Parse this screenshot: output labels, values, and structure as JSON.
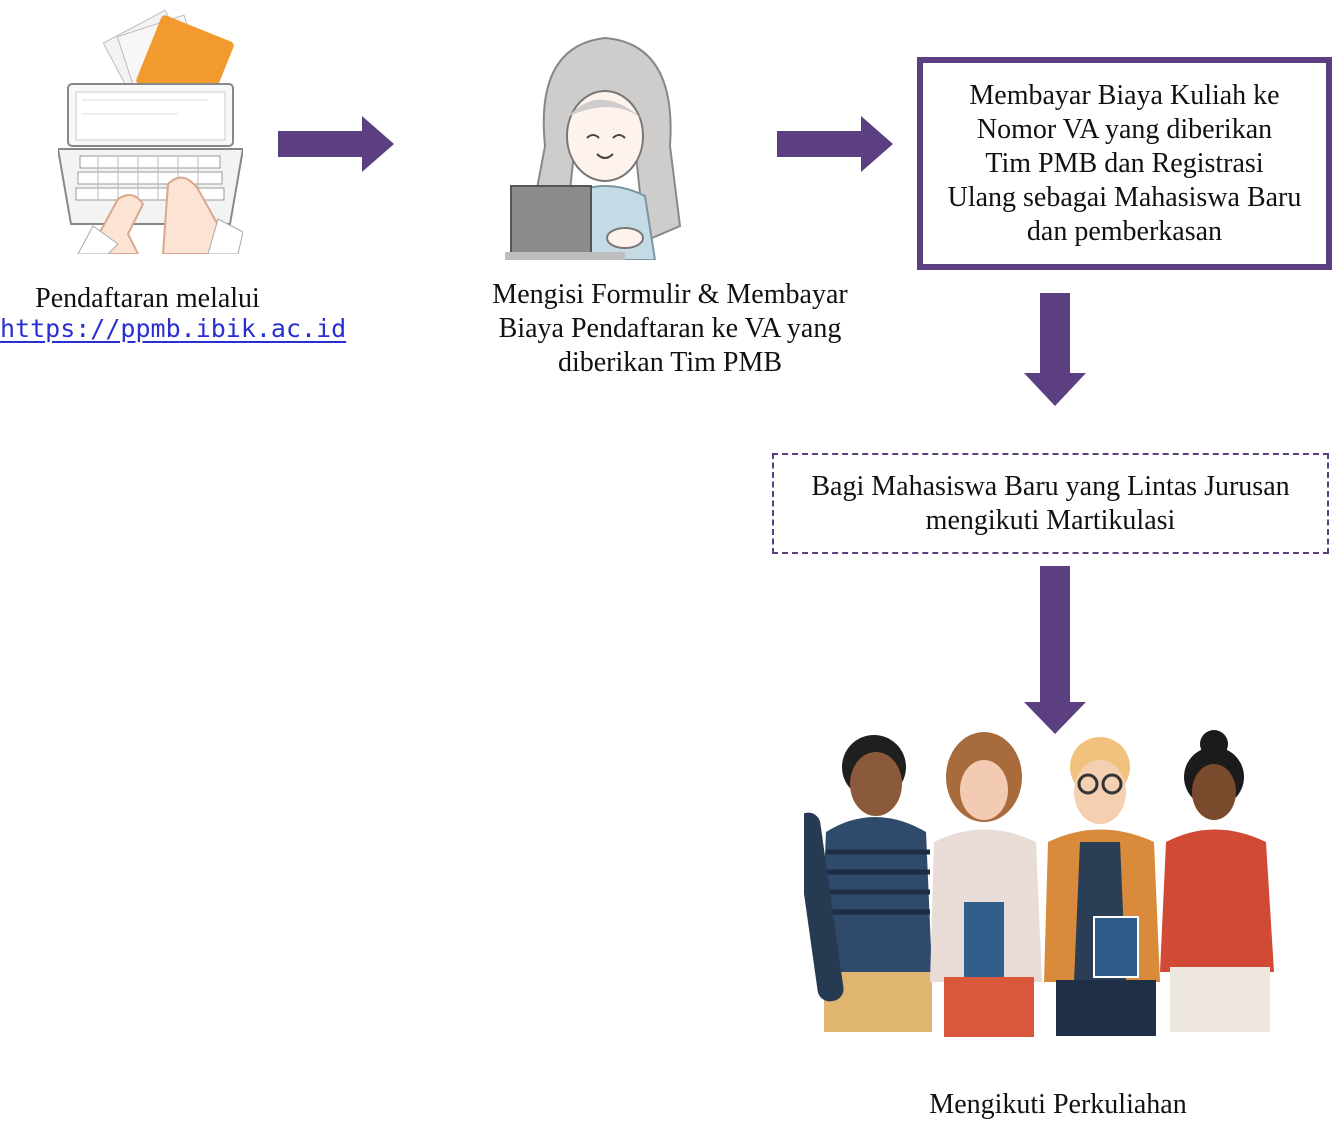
{
  "colors": {
    "arrow": "#5b3f80",
    "box_border": "#5b3f80",
    "link": "#2a2fd0"
  },
  "icons": {
    "step1": "laptop-typing-icon",
    "step2": "girl-with-laptop-icon",
    "final": "group-of-students-icon"
  },
  "steps": {
    "registration": {
      "caption": "Pendaftaran melalui",
      "link": "https://ppmb.ibik.ac.id"
    },
    "form": {
      "caption": "Mengisi Formulir & Membayar\nBiaya Pendaftaran ke VA yang\ndiberikan Tim PMB"
    },
    "payment": {
      "text": "Membayar Biaya Kuliah ke\nNomor VA yang diberikan\nTim PMB dan Registrasi\nUlang sebagai Mahasiswa Baru\ndan pemberkasan"
    },
    "matriculation": {
      "text": "Bagi Mahasiswa Baru yang Lintas Jurusan\nmengikuti Martikulasi"
    },
    "lectures": {
      "caption": "Mengikuti Perkuliahan"
    }
  }
}
